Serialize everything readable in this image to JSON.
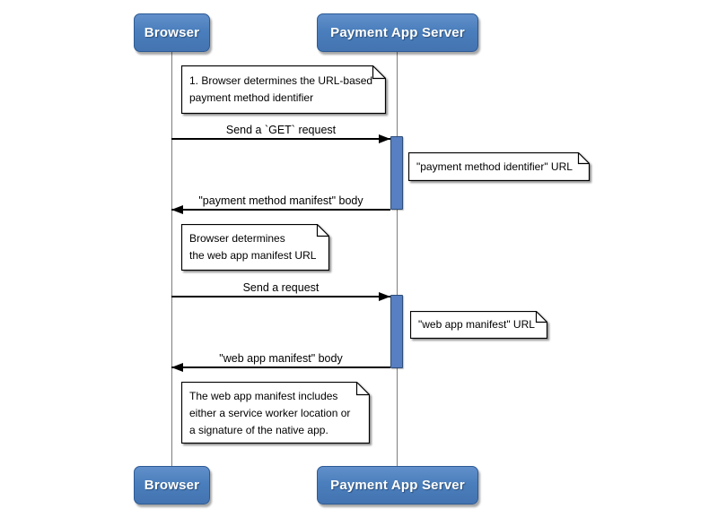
{
  "diagram_type": "uml-sequence-diagram",
  "colors": {
    "background": "#ffffff",
    "actor_fill": "#4a7ebc",
    "actor_border": "#2d5a94",
    "actor_text": "#ffffff",
    "activation_fill": "#587fc1",
    "activation_border": "#2c4d79",
    "lifeline": "#7d7d7d",
    "note_fill": "#ffffff",
    "note_border": "#000000",
    "message_line": "#000000"
  },
  "actors": {
    "browser": {
      "label": "Browser"
    },
    "server": {
      "label": "Payment App Server"
    }
  },
  "messages": [
    {
      "from": "Browser",
      "to": "Payment App Server",
      "direction": "right",
      "label": "Send a `GET` request"
    },
    {
      "from": "Payment App Server",
      "to": "Browser",
      "direction": "left",
      "label": "\"payment method manifest\" body"
    },
    {
      "from": "Browser",
      "to": "Payment App Server",
      "direction": "right",
      "label": "Send a request"
    },
    {
      "from": "Payment App Server",
      "to": "Browser",
      "direction": "left",
      "label": "\"web app manifest\" body"
    }
  ],
  "notes": [
    {
      "placement": "over gap after Browser",
      "text": "1. Browser determines the URL-based\npayment method identifier"
    },
    {
      "placement": "right of Payment App Server",
      "text": "\"payment method identifier\" URL"
    },
    {
      "placement": "right of Browser",
      "text": "Browser determines\nthe web app manifest URL"
    },
    {
      "placement": "right of Payment App Server",
      "text": "\"web app manifest\" URL"
    },
    {
      "placement": "right of Browser",
      "text": "The web app manifest includes\neither a service worker location or\na signature of the native app."
    }
  ]
}
